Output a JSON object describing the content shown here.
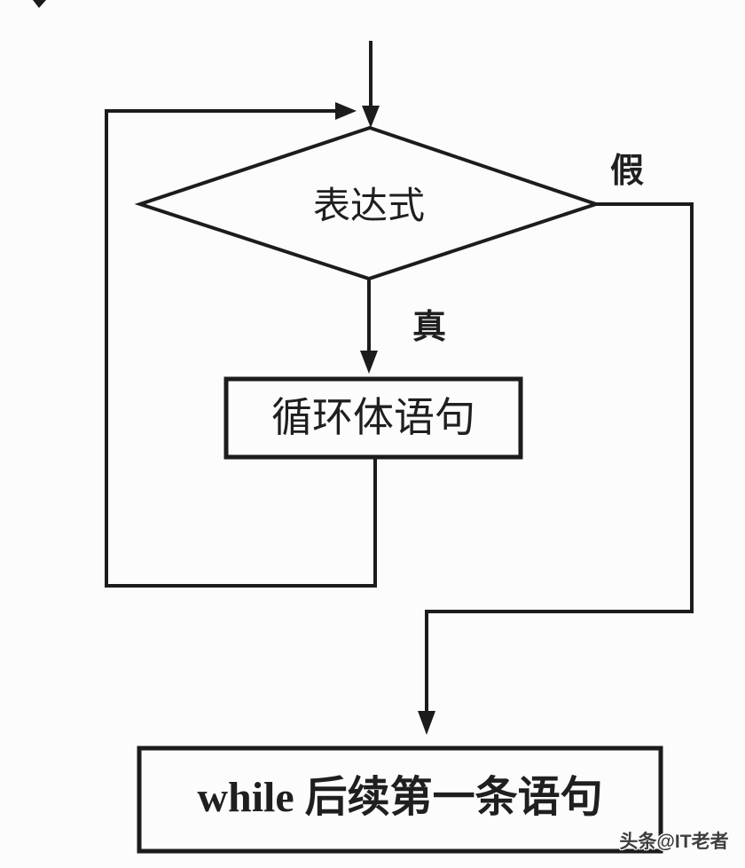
{
  "page": {
    "background_color": "#fcfcfd"
  },
  "diagram": {
    "type": "flowchart",
    "topic": "while loop execution flow",
    "line_color": "#1c1c1c",
    "text_color": "#1f1f1f",
    "nodes": [
      {
        "id": "decision",
        "shape": "diamond",
        "label": "表达式"
      },
      {
        "id": "loop-body",
        "shape": "rectangle",
        "label": "循环体语句"
      },
      {
        "id": "next-statement",
        "shape": "rectangle",
        "label": "while 后续第一条语句"
      }
    ],
    "edge_labels": {
      "true_branch": "真",
      "false_branch": "假"
    }
  },
  "watermark": {
    "text": "头条@IT老者",
    "color": "#3e3e3e"
  }
}
